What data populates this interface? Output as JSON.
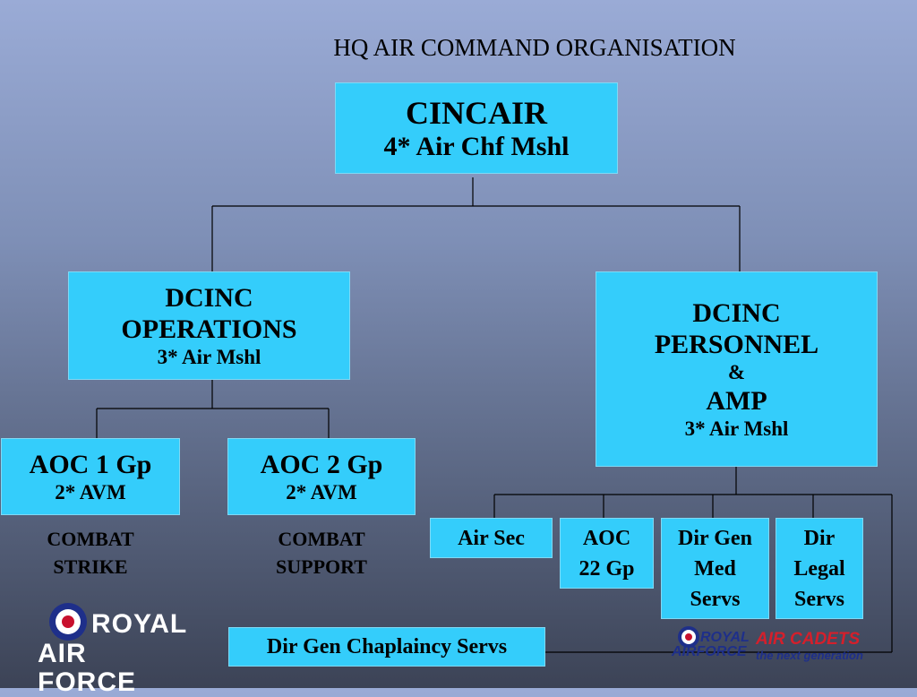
{
  "title": "HQ AIR COMMAND ORGANISATION",
  "nodes": {
    "cincair": {
      "name": "CINCAIR",
      "rank": "4* Air Chf Mshl"
    },
    "dcinc_ops": {
      "line1": "DCINC",
      "line2": "OPERATIONS",
      "rank": "3* Air Mshl"
    },
    "dcinc_pers": {
      "line1": "DCINC",
      "line2": "PERSONNEL",
      "line3": "&",
      "line4": "AMP",
      "rank": "3* Air Mshl"
    },
    "aoc1": {
      "name": "AOC 1 Gp",
      "rank": "2* AVM"
    },
    "aoc2": {
      "name": "AOC 2 Gp",
      "rank": "2* AVM"
    },
    "air_sec": {
      "name": "Air Sec"
    },
    "aoc22": {
      "line1": "AOC",
      "line2": "22 Gp"
    },
    "dgms": {
      "line1": "Dir Gen",
      "line2": "Med",
      "line3": "Servs"
    },
    "dls": {
      "line1": "Dir",
      "line2": "Legal",
      "line3": "Servs"
    },
    "chaplaincy": {
      "name": "Dir Gen Chaplaincy Servs"
    }
  },
  "notes": {
    "aoc1_role": {
      "line1": "COMBAT",
      "line2": "STRIKE"
    },
    "aoc2_role": {
      "line1": "COMBAT",
      "line2": "SUPPORT"
    }
  },
  "logos": {
    "raf": {
      "line1": "ROYAL",
      "line2": "AIR FORCE"
    },
    "cadets": {
      "raf1": "ROYAL",
      "raf2": "AIRFORCE",
      "brand": "AIR CADETS",
      "tagline": "the next generation"
    }
  },
  "colors": {
    "box_fill": "#34cdfb",
    "line": "#000000",
    "roundel_red": "#c8102e",
    "roundel_blue": "#1e2f8a",
    "cadets_red": "#d51f2b"
  }
}
